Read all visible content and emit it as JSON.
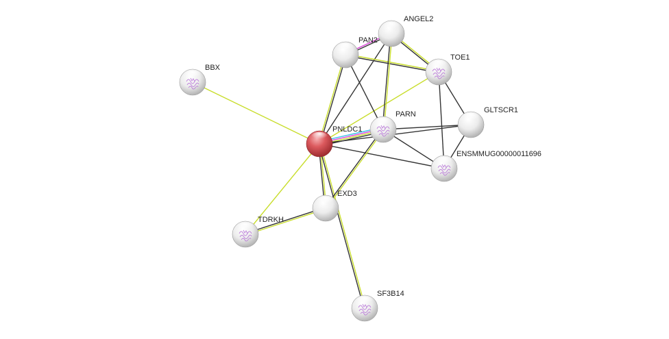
{
  "nodes": [
    {
      "id": "PNLDC1",
      "label": "PNLDC1",
      "query": true,
      "structure": false
    },
    {
      "id": "ANGEL2",
      "label": "ANGEL2",
      "query": false,
      "structure": false
    },
    {
      "id": "PAN2",
      "label": "PAN2",
      "query": false,
      "structure": false
    },
    {
      "id": "TOE1",
      "label": "TOE1",
      "query": false,
      "structure": true
    },
    {
      "id": "BBX",
      "label": "BBX",
      "query": false,
      "structure": true
    },
    {
      "id": "PARN",
      "label": "PARN",
      "query": false,
      "structure": true
    },
    {
      "id": "GLTSCR1",
      "label": "GLTSCR1",
      "query": false,
      "structure": false
    },
    {
      "id": "ENSMMUG00000011696",
      "label": "ENSMMUG00000011696",
      "query": false,
      "structure": true
    },
    {
      "id": "EXD3",
      "label": "EXD3",
      "query": false,
      "structure": false
    },
    {
      "id": "TDRKH",
      "label": "TDRKH",
      "query": false,
      "structure": true
    },
    {
      "id": "SF3B14",
      "label": "SF3B14",
      "query": false,
      "structure": true
    }
  ],
  "edges": [
    {
      "source": "PNLDC1",
      "target": "BBX",
      "evidence": [
        "textmining"
      ]
    },
    {
      "source": "PNLDC1",
      "target": "PAN2",
      "evidence": [
        "textmining",
        "coexpression"
      ]
    },
    {
      "source": "PNLDC1",
      "target": "ANGEL2",
      "evidence": [
        "coexpression"
      ]
    },
    {
      "source": "PNLDC1",
      "target": "TOE1",
      "evidence": [
        "textmining"
      ]
    },
    {
      "source": "PNLDC1",
      "target": "PARN",
      "evidence": [
        "database",
        "experiments",
        "textmining",
        "coexpression"
      ]
    },
    {
      "source": "PNLDC1",
      "target": "GLTSCR1",
      "evidence": [
        "coexpression"
      ]
    },
    {
      "source": "PNLDC1",
      "target": "ENSMMUG00000011696",
      "evidence": [
        "coexpression"
      ]
    },
    {
      "source": "PNLDC1",
      "target": "EXD3",
      "evidence": [
        "textmining",
        "coexpression"
      ]
    },
    {
      "source": "PNLDC1",
      "target": "TDRKH",
      "evidence": [
        "textmining"
      ]
    },
    {
      "source": "PNLDC1",
      "target": "SF3B14",
      "evidence": [
        "textmining",
        "coexpression"
      ]
    },
    {
      "source": "PAN2",
      "target": "ANGEL2",
      "evidence": [
        "experiments",
        "coexpression"
      ]
    },
    {
      "source": "PAN2",
      "target": "TOE1",
      "evidence": [
        "textmining",
        "coexpression"
      ]
    },
    {
      "source": "PAN2",
      "target": "PARN",
      "evidence": [
        "coexpression"
      ]
    },
    {
      "source": "ANGEL2",
      "target": "TOE1",
      "evidence": [
        "textmining",
        "coexpression"
      ]
    },
    {
      "source": "ANGEL2",
      "target": "PARN",
      "evidence": [
        "textmining",
        "coexpression"
      ]
    },
    {
      "source": "TOE1",
      "target": "GLTSCR1",
      "evidence": [
        "coexpression"
      ]
    },
    {
      "source": "TOE1",
      "target": "ENSMMUG00000011696",
      "evidence": [
        "coexpression"
      ]
    },
    {
      "source": "PARN",
      "target": "GLTSCR1",
      "evidence": [
        "coexpression"
      ]
    },
    {
      "source": "PARN",
      "target": "ENSMMUG00000011696",
      "evidence": [
        "coexpression"
      ]
    },
    {
      "source": "PARN",
      "target": "EXD3",
      "evidence": [
        "textmining",
        "coexpression"
      ]
    },
    {
      "source": "GLTSCR1",
      "target": "ENSMMUG00000011696",
      "evidence": [
        "coexpression"
      ]
    },
    {
      "source": "EXD3",
      "target": "TDRKH",
      "evidence": [
        "textmining",
        "coexpression"
      ]
    }
  ],
  "evidence_colors": {
    "textmining": "#c8dd2a",
    "coexpression": "#333333",
    "experiments": "#d946d9",
    "database": "#3ac0e8"
  },
  "node_colors": {
    "query": "#e0474c",
    "default": "#eeeeee",
    "structure_glyph": "#b56fd6"
  }
}
